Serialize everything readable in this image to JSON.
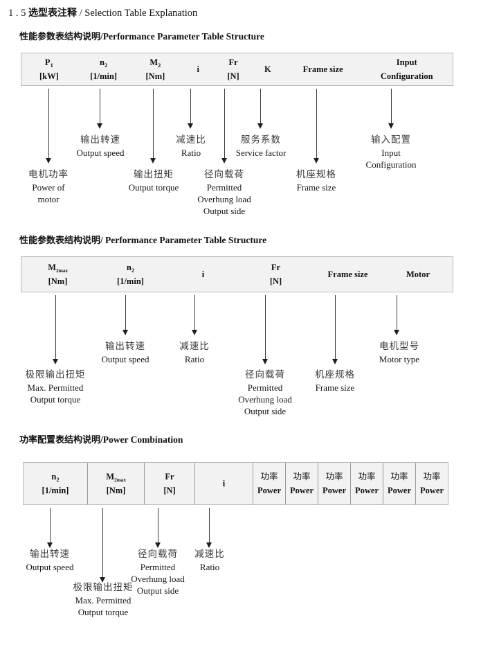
{
  "document": {
    "title_number": "1 . 5",
    "title_cn": "选型表注释",
    "title_sep": "/",
    "title_en": "Selection Table Explanation"
  },
  "sections": [
    {
      "heading_cn": "性能参数表结构说明",
      "heading_sep": "/",
      "heading_en": "Performance Parameter Table Structure",
      "table": {
        "ruled": false,
        "columns": [
          {
            "line1": "P",
            "sub1": "1",
            "line2": "[kW]"
          },
          {
            "line1": "n",
            "sub1": "2",
            "line2": "[1/min]"
          },
          {
            "line1": "M",
            "sub1": "2",
            "line2": "[Nm]"
          },
          {
            "line1": "i",
            "sub1": "",
            "line2": ""
          },
          {
            "line1": "Fr",
            "sub1": "",
            "line2": "[N]"
          },
          {
            "line1": "K",
            "sub1": "",
            "line2": ""
          },
          {
            "line1": "Frame size",
            "sub1": "",
            "line2": ""
          },
          {
            "line1": "Input",
            "sub1": "",
            "line2": "Configuration"
          }
        ]
      },
      "annotations": [
        {
          "cn": "电机功率",
          "en": [
            "Power of",
            "motor"
          ]
        },
        {
          "cn": "输出转速",
          "en": [
            "Output speed"
          ]
        },
        {
          "cn": "输出扭矩",
          "en": [
            "Output torque"
          ]
        },
        {
          "cn": "减速比",
          "en": [
            "Ratio"
          ]
        },
        {
          "cn": "径向载荷",
          "en": [
            "Permitted",
            "Overhung load",
            "Output side"
          ]
        },
        {
          "cn": "服务系数",
          "en": [
            "Service factor"
          ]
        },
        {
          "cn": "机座规格",
          "en": [
            "Frame size"
          ]
        },
        {
          "cn": "输入配置",
          "en": [
            "Input",
            "Configuration"
          ]
        }
      ]
    },
    {
      "heading_cn": "性能参数表结构说明",
      "heading_sep": "/",
      "heading_en": "Performance Parameter Table Structure",
      "table": {
        "ruled": false,
        "columns": [
          {
            "line1": "M",
            "sub1": "2max",
            "line2": "[Nm]"
          },
          {
            "line1": "n",
            "sub1": "2",
            "line2": "[1/min]"
          },
          {
            "line1": "i",
            "sub1": "",
            "line2": ""
          },
          {
            "line1": "Fr",
            "sub1": "",
            "line2": "[N]"
          },
          {
            "line1": "Frame size",
            "sub1": "",
            "line2": ""
          },
          {
            "line1": "Motor",
            "sub1": "",
            "line2": ""
          }
        ]
      },
      "annotations": [
        {
          "cn": "极限输出扭矩",
          "en": [
            "Max. Permitted",
            "Output  torque"
          ]
        },
        {
          "cn": "输出转速",
          "en": [
            "Output speed"
          ]
        },
        {
          "cn": "减速比",
          "en": [
            "Ratio"
          ]
        },
        {
          "cn": "径向载荷",
          "en": [
            "Permitted",
            "Overhung load",
            "Output side"
          ]
        },
        {
          "cn": "机座规格",
          "en": [
            "Frame size"
          ]
        },
        {
          "cn": "电机型号",
          "en": [
            "Motor type"
          ]
        }
      ]
    },
    {
      "heading_cn": "功率配置表结构说明",
      "heading_sep": "/",
      "heading_en": "Power Combination",
      "table": {
        "ruled": true,
        "columns": [
          {
            "line1": "n",
            "sub1": "2",
            "line2": "[1/min]"
          },
          {
            "line1": "M",
            "sub1": "2max",
            "line2": "[Nm]"
          },
          {
            "line1": "Fr",
            "sub1": "",
            "line2": "[N]"
          },
          {
            "line1": "i",
            "sub1": "",
            "line2": ""
          },
          {
            "line1_cn": "功率",
            "line2": "Power"
          },
          {
            "line1_cn": "功率",
            "line2": "Power"
          },
          {
            "line1_cn": "功率",
            "line2": "Power"
          },
          {
            "line1_cn": "功率",
            "line2": "Power"
          },
          {
            "line1_cn": "功率",
            "line2": "Power"
          },
          {
            "line1_cn": "功率",
            "line2": "Power"
          }
        ]
      },
      "annotations": [
        {
          "cn": "输出转速",
          "en": [
            "Output speed"
          ]
        },
        {
          "cn": "极限输出扭矩",
          "en": [
            "Max. Permitted",
            "Output  torque"
          ]
        },
        {
          "cn": "径向载荷",
          "en": [
            "Permitted",
            "Overhung load",
            "Output side"
          ]
        },
        {
          "cn": "减速比",
          "en": [
            "Ratio"
          ]
        }
      ]
    }
  ],
  "colors": {
    "table_background": "#f2f2f2",
    "table_border": "#b9b9b9",
    "arrow": "#1e1e1e",
    "text": "#111111"
  }
}
